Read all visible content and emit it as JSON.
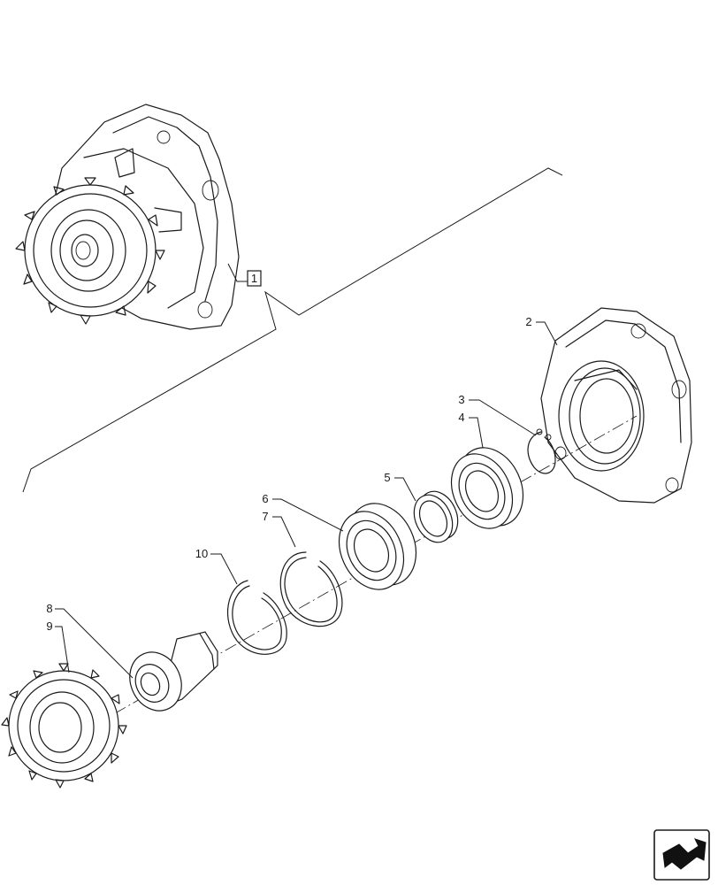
{
  "figure": {
    "callouts": [
      {
        "id": "ref-1",
        "label": "1"
      },
      {
        "id": "part-2",
        "label": "2"
      },
      {
        "id": "part-3",
        "label": "3"
      },
      {
        "id": "part-4",
        "label": "4"
      },
      {
        "id": "part-5",
        "label": "5"
      },
      {
        "id": "part-6",
        "label": "6"
      },
      {
        "id": "part-7",
        "label": "7"
      },
      {
        "id": "part-8",
        "label": "8"
      },
      {
        "id": "part-9",
        "label": "9"
      },
      {
        "id": "part-10",
        "label": "10"
      }
    ],
    "nav_icon": "next-page-arrow-icon"
  }
}
